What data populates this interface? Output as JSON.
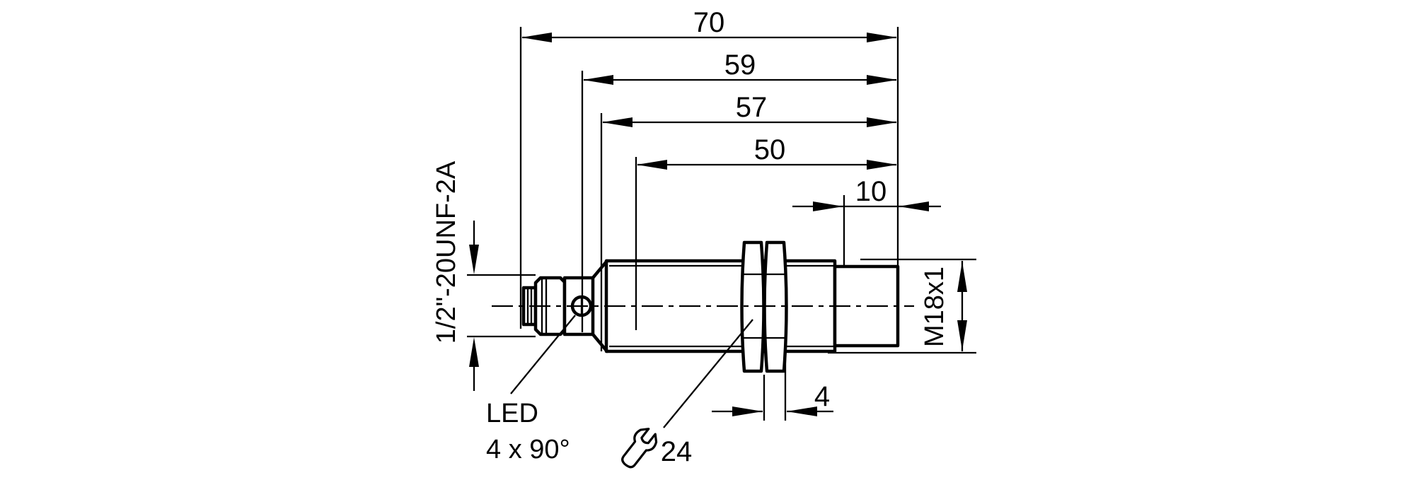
{
  "meta": {
    "background": "#ffffff",
    "line_color": "#000000",
    "drawing_type": "sensor dimensional drawing"
  },
  "dimensions": {
    "overall_length": "70",
    "length_to_led": "59",
    "length_57": "57",
    "thread_length": "50",
    "front_thread_length": "10",
    "locknut_thickness": "4"
  },
  "labels": {
    "connector_thread": "1/2\"-20UNF-2A",
    "front_thread": "M18x1",
    "led_line1": "LED",
    "led_line2": "4 x 90°",
    "wrench_size": "24"
  }
}
